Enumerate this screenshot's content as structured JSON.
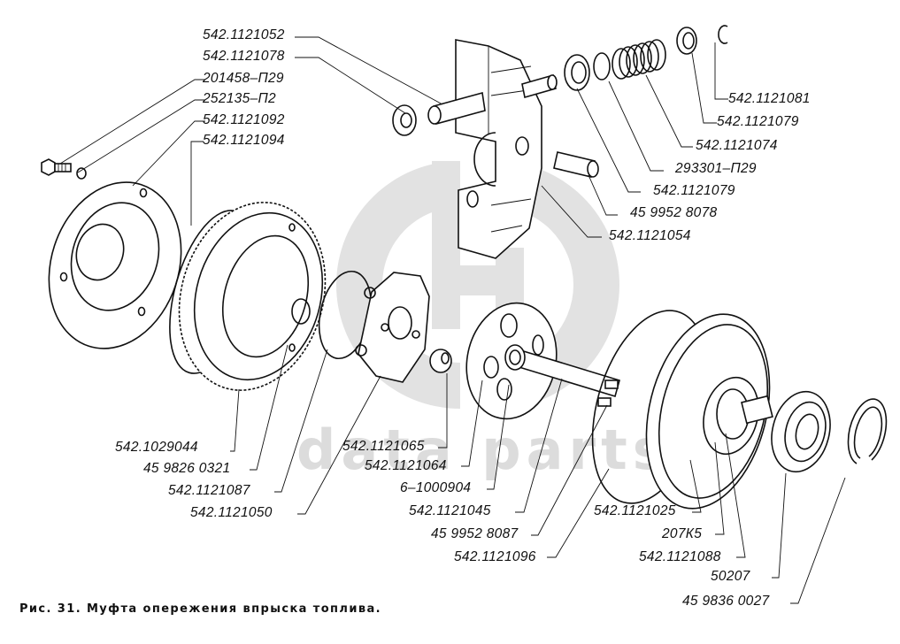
{
  "watermark": {
    "logo": "dp-logo",
    "text": "data parts",
    "color": "#dcdcdc"
  },
  "caption": "Рис. 31. Муфта опережения впрыска топлива.",
  "parts": {
    "p542_1121052": "542.1121052",
    "p542_1121078": "542.1121078",
    "p201458_P29": "201458–П29",
    "p252135_P2": "252135–П2",
    "p542_1121092": "542.1121092",
    "p542_1121094": "542.1121094",
    "p542_1121081": "542.1121081",
    "p542_1121079a": "542.1121079",
    "p542_1121074": "542.1121074",
    "p293301_P29": "293301–П29",
    "p542_1121079b": "542.1121079",
    "p45_9952_8078": "45 9952 8078",
    "p542_1121054": "542.1121054",
    "p542_1029044": "542.1029044",
    "p45_9826_0321": "45 9826 0321",
    "p542_1121087": "542.1121087",
    "p542_1121050": "542.1121050",
    "p542_1121065": "542.1121065",
    "p542_1121064": "542.1121064",
    "p6_1000904": "6–1000904",
    "p542_1121045": "542.1121045",
    "p45_9952_8087": "45 9952 8087",
    "p542_1121096": "542.1121096",
    "p542_1121025": "542.1121025",
    "p207K5": "207К5",
    "p542_1121088": "542.1121088",
    "p50207": "50207",
    "p45_9836_0027": "45 9836 0027"
  }
}
